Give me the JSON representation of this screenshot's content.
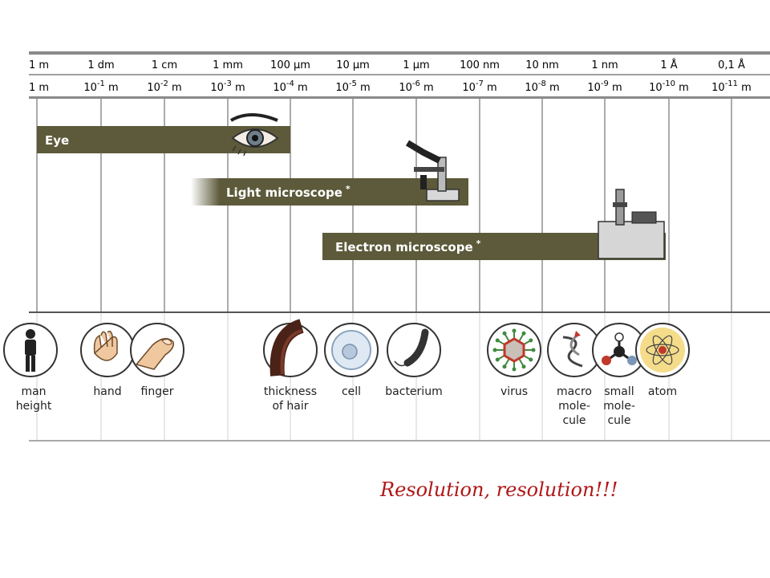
{
  "scale": {
    "top_labels": [
      "1 m",
      "1 dm",
      "1 cm",
      "1 mm",
      "100 µm",
      "10 µm",
      "1 µm",
      "100 nm",
      "10 nm",
      "1 nm",
      "1 Å",
      "0,1 Å"
    ],
    "bottom_labels": [
      {
        "base": "1 m",
        "exp": "",
        "unit": ""
      },
      {
        "base": "10",
        "exp": "-1",
        "unit": " m"
      },
      {
        "base": "10",
        "exp": "-2",
        "unit": " m"
      },
      {
        "base": "10",
        "exp": "-3",
        "unit": " m"
      },
      {
        "base": "10",
        "exp": "-4",
        "unit": " m"
      },
      {
        "base": "10",
        "exp": "-5",
        "unit": " m"
      },
      {
        "base": "10",
        "exp": "-6",
        "unit": " m"
      },
      {
        "base": "10",
        "exp": "-7",
        "unit": " m"
      },
      {
        "base": "10",
        "exp": "-8",
        "unit": " m"
      },
      {
        "base": "10",
        "exp": "-9",
        "unit": " m"
      },
      {
        "base": "10",
        "exp": "-10",
        "unit": " m"
      },
      {
        "base": "10",
        "exp": "-11",
        "unit": " m"
      }
    ]
  },
  "bars": {
    "eye": {
      "label": "Eye"
    },
    "light": {
      "label": "Light microscope",
      "mark": "*"
    },
    "electron": {
      "label": "Electron microscope",
      "mark": "*"
    }
  },
  "objects": [
    {
      "name": "man",
      "lines": [
        "man",
        "height"
      ],
      "icon": "man-icon"
    },
    {
      "name": "hand",
      "lines": [
        "hand"
      ],
      "icon": "hand-icon"
    },
    {
      "name": "finger",
      "lines": [
        "finger"
      ],
      "icon": "finger-icon"
    },
    {
      "name": "hair",
      "lines": [
        "thickness",
        "of hair"
      ],
      "icon": "hair-icon"
    },
    {
      "name": "cell",
      "lines": [
        "cell"
      ],
      "icon": "cell-icon"
    },
    {
      "name": "bacterium",
      "lines": [
        "bacterium"
      ],
      "icon": "bacterium-icon"
    },
    {
      "name": "virus",
      "lines": [
        "virus"
      ],
      "icon": "virus-icon"
    },
    {
      "name": "macromolecule",
      "lines": [
        "macro",
        "mole-",
        "cule"
      ],
      "icon": "macromolecule-icon"
    },
    {
      "name": "small-molecule",
      "lines": [
        "small",
        "mole-",
        "cule"
      ],
      "icon": "small-molecule-icon"
    },
    {
      "name": "atom",
      "lines": [
        "atom"
      ],
      "icon": "atom-icon"
    }
  ],
  "caption": "Resolution, resolution!!!",
  "colors": {
    "bar": "#5c5a3a",
    "caption": "#b01818"
  }
}
